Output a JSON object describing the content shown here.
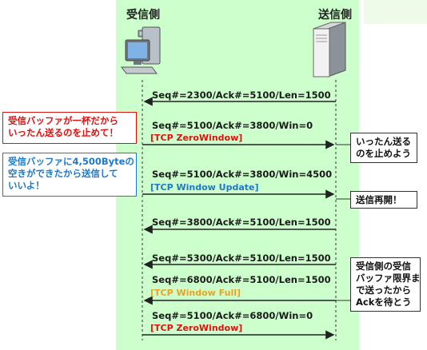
{
  "labels": {
    "receiver": "受信側",
    "sender": "送信側"
  },
  "messages": [
    {
      "text": "Seq#=2300/Ack#=5100/Len=1500",
      "flag": "",
      "flag_color": ""
    },
    {
      "text": "Seq#=5100/Ack#=3800/Win=0",
      "flag": "[TCP ZeroWindow]",
      "flag_color": "#e01010"
    },
    {
      "text": "Seq#=5100/Ack#=3800/Win=4500",
      "flag": "[TCP Window Update]",
      "flag_color": "#1f78c8"
    },
    {
      "text": "Seq#=3800/Ack#=5100/Len=1500",
      "flag": "",
      "flag_color": ""
    },
    {
      "text": "Seq#=5300/Ack#=5100/Len=1500",
      "flag": "",
      "flag_color": ""
    },
    {
      "text": "Seq#=6800/Ack#=5100/Len=1500",
      "flag": "[TCP Window Full]",
      "flag_color": "#f0a020"
    },
    {
      "text": "Seq#=5100/Ack#=6800/Win=0",
      "flag": "[TCP ZeroWindow]",
      "flag_color": "#e01010"
    }
  ],
  "callouts": {
    "left_zero": [
      "受信バッファが一杯だから",
      "いったん送るのを止めて！"
    ],
    "left_update": [
      "受信バッファに4,500Byteの",
      "空きができたから送信して",
      "いいよ！"
    ],
    "right_stop": [
      "いったん送る",
      "のを止めよう"
    ],
    "right_resume": [
      "送信再開！"
    ],
    "right_wait": [
      "受信側の受信",
      "バッファ限界ま",
      "で送ったから",
      "Ackを待とう"
    ]
  },
  "colors": {
    "background": "#ccffcc",
    "red": "#e01010",
    "blue": "#1f78c8",
    "orange": "#f0a020"
  }
}
